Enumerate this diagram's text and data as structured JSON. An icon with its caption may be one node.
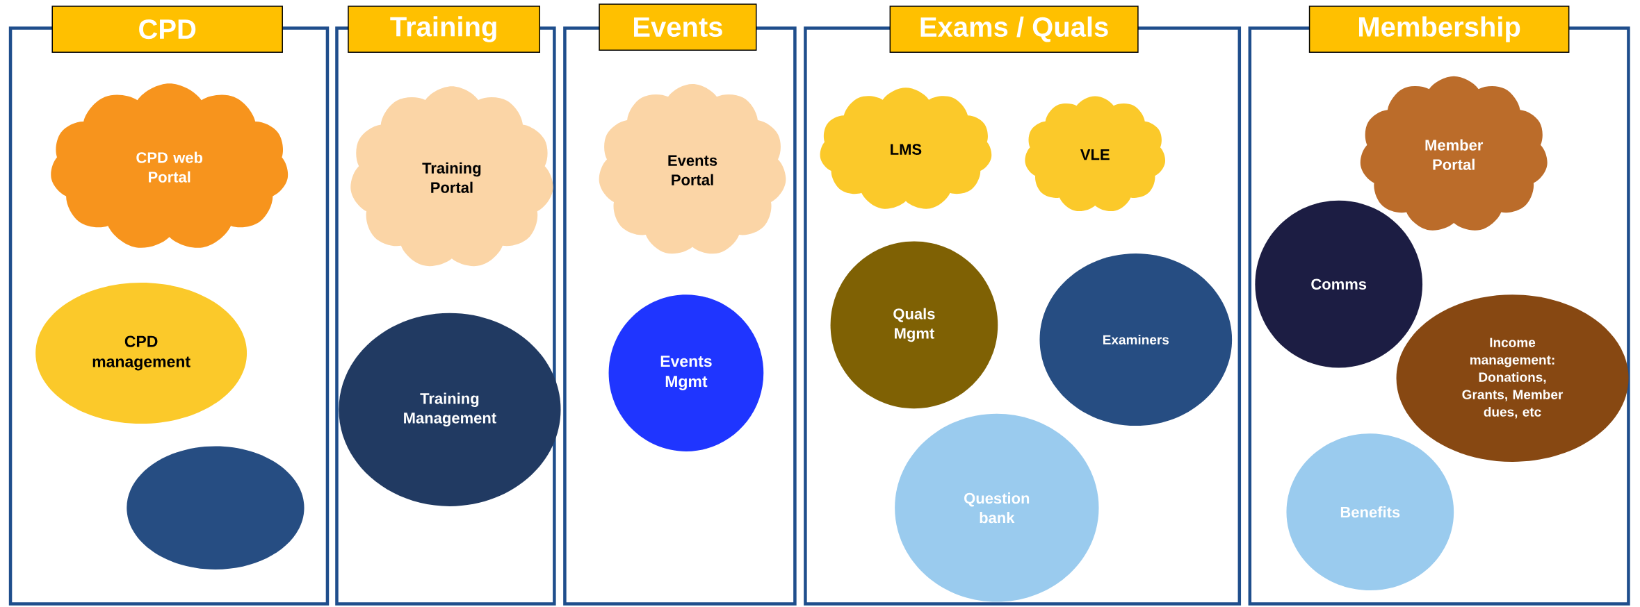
{
  "diagram": {
    "nodes": [
      {
        "text": [
          "CPD"
        ]
      },
      {
        "text": [
          "CPD web Portal"
        ],
        "in": 0
      },
      {
        "text": [
          "CPD management"
        ],
        "in": 0
      },
      {
        "text": [],
        "shape": "circle",
        "in": 0
      },
      {
        "text": [
          "Training"
        ]
      },
      {
        "text": [
          "Training Portal"
        ],
        "in": 4
      },
      {
        "text": [
          "Training Management"
        ],
        "in": 4
      },
      {
        "text": [
          "Events"
        ]
      },
      {
        "text": [
          "Events Portal"
        ],
        "in": 7
      },
      {
        "text": [
          "Events Mgmt"
        ],
        "in": 7
      },
      {
        "text": [
          "Exams / Quals"
        ]
      },
      {
        "text": [
          "LMS"
        ],
        "in": 10
      },
      {
        "text": [
          "VLE"
        ],
        "in": 10
      },
      {
        "text": [
          "Quals Mgmt"
        ],
        "in": 10
      },
      {
        "text": [
          "Examiners"
        ],
        "in": 10
      },
      {
        "text": [
          "Question bank"
        ],
        "in": 10
      },
      {
        "text": [
          "Membership"
        ]
      },
      {
        "text": [
          "Member Portal"
        ],
        "in": 16
      },
      {
        "text": [
          "Comms"
        ],
        "in": 16
      },
      {
        "text": [
          "Income management: Donations, Grants, Member dues, etc"
        ],
        "in": 16
      },
      {
        "text": [
          "Benefits"
        ],
        "in": 16
      }
    ]
  }
}
